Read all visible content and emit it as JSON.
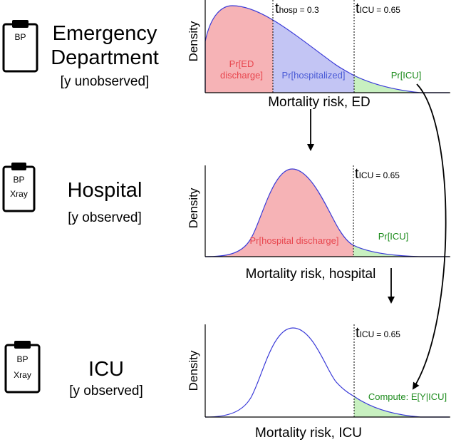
{
  "stages": [
    {
      "title_lines": [
        "Emergency",
        "Department"
      ],
      "subtitle": "[y unobserved]",
      "clipboard_labels": [
        "BP"
      ],
      "plot": {
        "ylabel": "Density",
        "xlabel": "Mortality risk, ED",
        "thresholds": [
          {
            "t": "t",
            "sub": "hosp",
            "value": "= 0.3"
          },
          {
            "t": "t",
            "sub": "ICU",
            "value": "= 0.65"
          }
        ],
        "regions": [
          {
            "lines": [
              "Pr[ED",
              "discharge]"
            ],
            "color": "red"
          },
          {
            "lines": [
              "Pr[hospitalized]"
            ],
            "color": "blue"
          },
          {
            "lines": [
              "Pr[ICU]"
            ],
            "color": "green"
          }
        ]
      }
    },
    {
      "title_lines": [
        "Hospital"
      ],
      "subtitle": "[y observed]",
      "clipboard_labels": [
        "BP",
        "Xray"
      ],
      "plot": {
        "ylabel": "Density",
        "xlabel": "Mortality risk, hospital",
        "thresholds": [
          {
            "t": "t",
            "sub": "ICU",
            "value": "= 0.65"
          }
        ],
        "regions": [
          {
            "lines": [
              "Pr[hospital discharge]"
            ],
            "color": "red"
          },
          {
            "lines": [
              "Pr[ICU]"
            ],
            "color": "green"
          }
        ]
      }
    },
    {
      "title_lines": [
        "ICU"
      ],
      "subtitle": "[y observed]",
      "clipboard_labels": [
        "BP",
        "Xray"
      ],
      "plot": {
        "ylabel": "Density",
        "xlabel": "Mortality risk, ICU",
        "thresholds": [
          {
            "t": "t",
            "sub": "ICU",
            "value": "= 0.65"
          }
        ],
        "regions": [
          {
            "lines": [
              "Compute: E[Y|ICU]"
            ],
            "color": "green"
          }
        ]
      }
    }
  ],
  "colors": {
    "red_fill": "#f6b3b6",
    "blue_fill": "#c3c5f4",
    "green_fill": "#c8f0c0",
    "curve": "#3a3ad8",
    "red_text": "#e8474f",
    "blue_text": "#4a5bd6",
    "green_text": "#1e8c1e"
  }
}
